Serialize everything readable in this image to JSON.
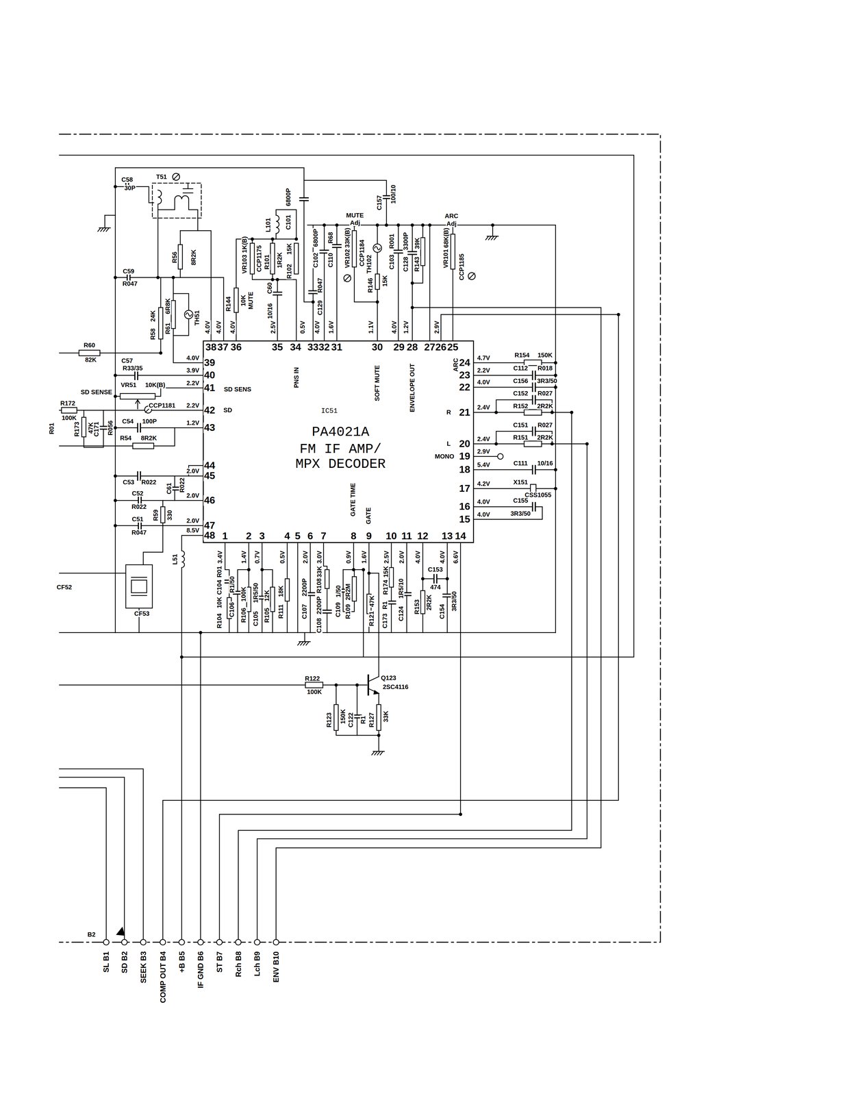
{
  "diagram": {
    "nodes": [
      {
        "text": [
          "IC51",
          "PA4021A",
          "FM IF AMP/ MPX DECODER"
        ]
      }
    ],
    "labels": [
      "C58",
      "30P",
      "T51",
      "C59",
      "R047",
      "R56",
      "8R2K",
      "R58",
      "24K",
      "R61",
      "6R8K",
      "TH51",
      "C101",
      "6800P",
      "L101",
      "VR103",
      "1K(B)",
      "CCP1175",
      "R101",
      "1R2K",
      "R102",
      "15K",
      "R144",
      "10K",
      "MUTE",
      "C60",
      "10/16",
      "C102",
      "6800P",
      "C110",
      "R68",
      "C129",
      "R047",
      "MUTE",
      "Adj",
      "VR102",
      "33K(B)",
      "CCP1184",
      "TH102",
      "R146",
      "15K",
      "C157",
      "100/10",
      "C103",
      "R001",
      "C128",
      "3300P",
      "R143",
      "39K",
      "ARC",
      "Adj",
      "VR101",
      "68K(B)",
      "CCP1185",
      "4.0V",
      "4.0V",
      "4.0V",
      "2.5V",
      "0.5V",
      "4.0V",
      "1.6V",
      "1.1V",
      "4.0V",
      "1.2V",
      "2.9V",
      "38",
      "37",
      "36",
      "35",
      "34",
      "33",
      "32",
      "31",
      "30",
      "29",
      "28",
      "27",
      "26",
      "25",
      "PNS IN",
      "SOFT MUTE",
      "ENVELOPE OUT",
      "24",
      "23",
      "22",
      "21",
      "20",
      "19",
      "18",
      "17",
      "16",
      "15",
      "ARC",
      "R",
      "L",
      "MONO",
      "4.7V",
      "2.2V",
      "4.0V",
      "2.4V",
      "2.4V",
      "2.9V",
      "5.4V",
      "4.2V",
      "4.0V",
      "4.0V",
      "R154",
      "150K",
      "C112",
      "R018",
      "C156",
      "3R3/50",
      "C152",
      "R027",
      "R152",
      "2R2K",
      "C151",
      "R027",
      "R151",
      "2R2K",
      "C111",
      "10/16",
      "X151",
      "CSS1055",
      "C155",
      "3R3/50",
      "39",
      "40",
      "41",
      "42",
      "43",
      "44",
      "45",
      "46",
      "47",
      "48",
      "SD SENS",
      "SD",
      "4.0V",
      "3.9V",
      "2.2V",
      "2.2V",
      "1.2V",
      "2.0V",
      "2.0V",
      "2.0V",
      "8.5V",
      "R60",
      "82K",
      "C57",
      "R33/35",
      "VR51",
      "10K(B)",
      "CCP1181",
      "SD SENSE",
      "R172",
      "100K",
      "R01",
      "R173",
      "47K",
      "C171",
      "R056",
      "C54",
      "100P",
      "R54",
      "8R2K",
      "C53",
      "R022",
      "C61",
      "R022",
      "C52",
      "R022",
      "R59",
      "330",
      "C51",
      "R047",
      "CF52",
      "CF53",
      "L51",
      "1",
      "2",
      "3",
      "4",
      "5",
      "6",
      "7",
      "8",
      "9",
      "10",
      "11",
      "12",
      "13",
      "14",
      "GATE TIME",
      "GATE",
      "3.4V",
      "1.4V",
      "0.7V",
      "0.5V",
      "2.0V",
      "3.0V",
      "0.9V",
      "1.6V",
      "2.5V",
      "2.0V",
      "4.0V",
      "4.0V",
      "6.6V",
      "R104",
      "10K",
      "C104",
      "R01",
      "C106",
      "R1/50",
      "R106",
      "100K",
      "C105",
      "1R5/50",
      "R105",
      "12K",
      "R111",
      "18K",
      "C107",
      "2200P",
      "C108",
      "2200P",
      "R108",
      "33K",
      "C109",
      "1/50",
      "R109",
      "2R2M",
      "R121",
      "47K",
      "C173",
      "R1",
      "R174",
      "15K",
      "C124",
      "1R5/10",
      "R153",
      "2R2K",
      "C153",
      "474",
      "C154",
      "3R3/50",
      "R122",
      "100K",
      "Q123",
      "2SC4116",
      "R123",
      "150K",
      "C122",
      "R1",
      "R127",
      "33K",
      "B2",
      "SL B1",
      "SD B2",
      "SEEK B3",
      "COMP OUT B4",
      "+B B5",
      "IF GND B6",
      "ST B7",
      "Rch B8",
      "Lch B9",
      "ENV B10"
    ]
  }
}
